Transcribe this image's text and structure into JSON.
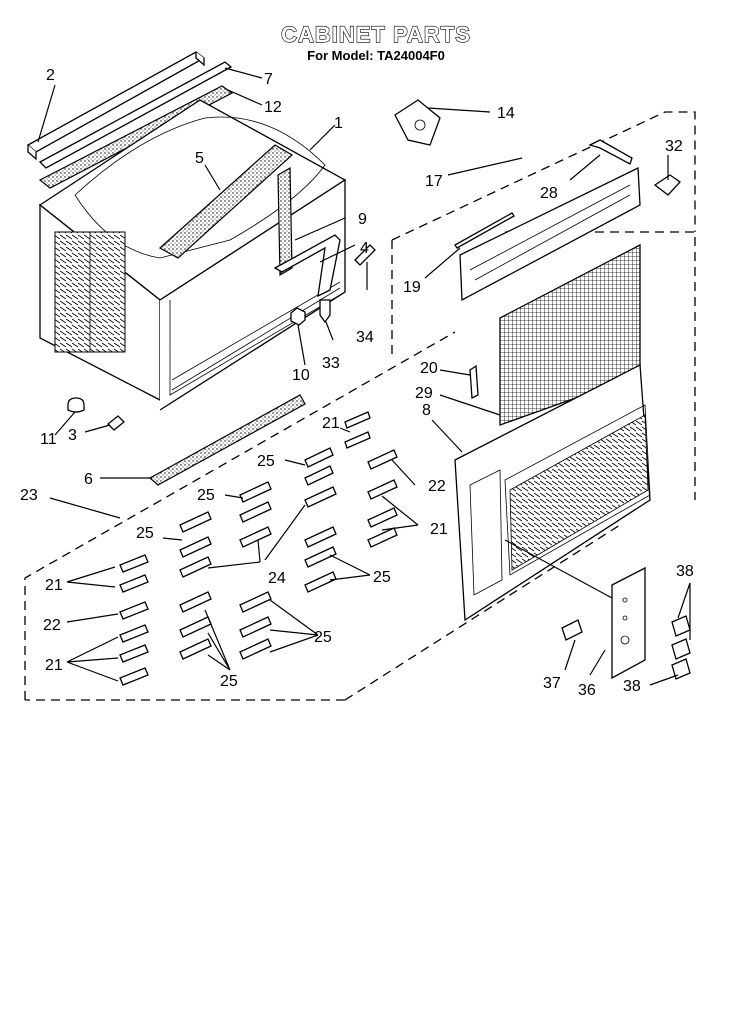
{
  "title": "CABINET PARTS",
  "subtitle": "For Model: TA24004F0",
  "callouts": [
    "1",
    "2",
    "3",
    "4",
    "5",
    "6",
    "7",
    "8",
    "9",
    "10",
    "11",
    "12",
    "14",
    "17",
    "19",
    "20",
    "21",
    "22",
    "23",
    "24",
    "25",
    "28",
    "29",
    "32",
    "33",
    "34",
    "36",
    "37",
    "38"
  ]
}
